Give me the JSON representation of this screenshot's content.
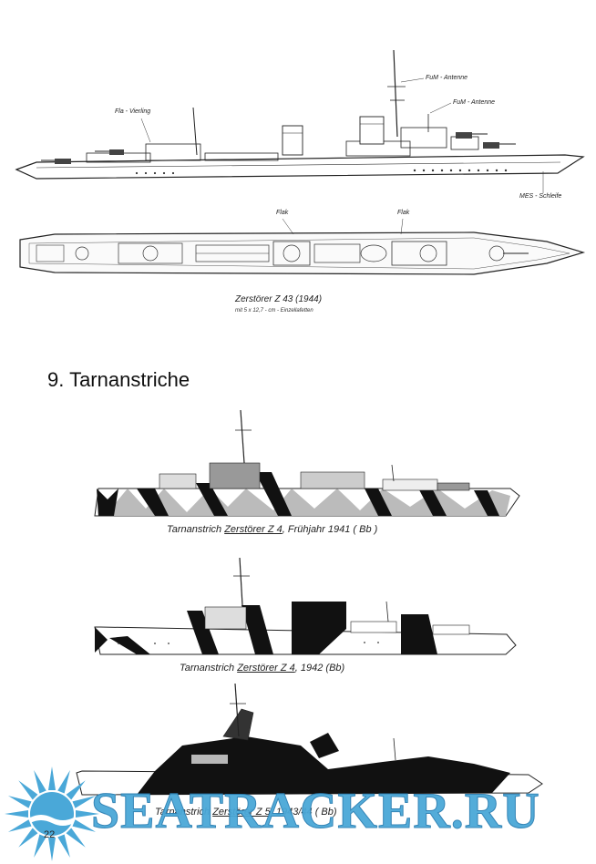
{
  "top_drawing": {
    "labels": {
      "flak_vierling": "Fla - Vierling",
      "fum_antenne_1": "FuM - Antenne",
      "fum_antenne_2": "FuM - Antenne",
      "mes_schleife": "MES - Schleife",
      "flak_left": "Flak",
      "flak_right": "Flak"
    },
    "caption_title": "Zerstörer Z 43 (1944)",
    "caption_sub": "mit 5 x 12,7 - cm - Einzellafetten"
  },
  "section_heading": "9. Tarnanstriche",
  "camouflage": [
    {
      "prefix": "Tarnanstrich",
      "ship": "Zerstörer Z 4",
      "suffix": ", Frühjahr 1941 ( Bb )"
    },
    {
      "prefix": "Tarnanstrich",
      "ship": "Zerstörer Z 4",
      "suffix": ", 1942 (Bb)"
    },
    {
      "prefix": "Tarnanstrich",
      "ship": "Zerstörer Z 5",
      "suffix": ", 1943/44 ( Bb)"
    }
  ],
  "page_number": "22",
  "watermark": {
    "text": "SEATRACKER.RU",
    "color": "#4aa8d8"
  }
}
